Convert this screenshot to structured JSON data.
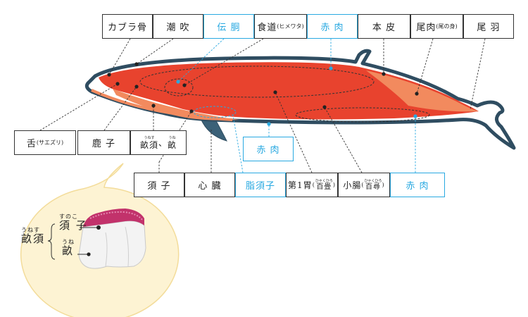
{
  "labels": {
    "kaburabone": "カブラ骨",
    "shiofuki": "潮 吹",
    "dendo": "伝 胴",
    "shokudo_main": "食道",
    "shokudo_note": "(ヒメワタ)",
    "akaniku_top": "赤 肉",
    "honkawa": "本 皮",
    "oniku_main": "尾肉",
    "oniku_note": "(尾の身)",
    "oba": "尾 羽",
    "shita_main": "舌",
    "shita_note": "(サエズリ)",
    "kanoko": "鹿 子",
    "unesu_rt": "うねす",
    "unesu_rb": "畝須",
    "une_rt": "うね",
    "une_rb": "畝",
    "akaniku_mid": "赤 肉",
    "sunoko": "須 子",
    "shinzo": "心 臓",
    "shisunoko": "脂須子",
    "dai1i_main": "第1胃",
    "dai1i_rt": "ひゃくひろ",
    "dai1i_rb": "百畳",
    "shocho_main": "小腸",
    "shocho_rt": "ひゃくひろ",
    "shocho_rb": "百尋",
    "akaniku_bottom": "赤 肉"
  },
  "inset": {
    "unesu_rt": "うねす",
    "unesu_rb": "畝須",
    "sunoko_rt": "すのこ",
    "sunoko_rb": "須 子",
    "une_rt": "うね",
    "une_rb": "畝"
  },
  "colors": {
    "outline": "#2f4d61",
    "meat": "#e8432e",
    "meat_light": "#f28a5e",
    "blue": "#29a9e1",
    "inset_bg": "#fdf3d3",
    "inset_border": "#f3dc9a",
    "sunoko_pink": "#c2326b"
  }
}
